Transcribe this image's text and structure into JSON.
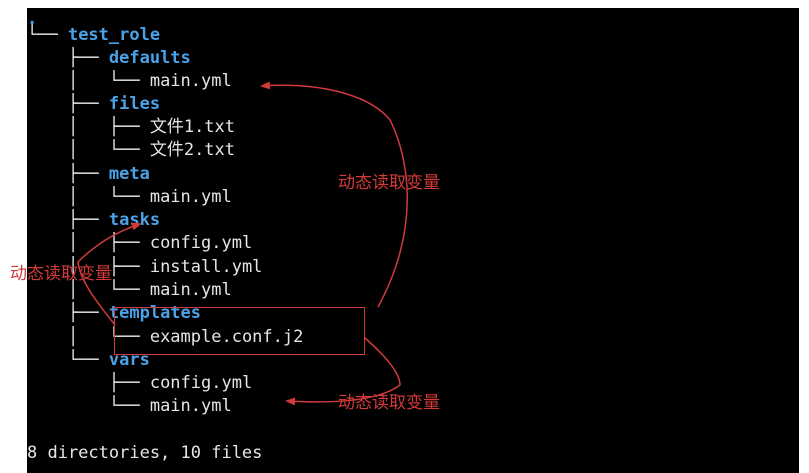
{
  "terminal": {
    "root": ".",
    "lines": [
      {
        "prefix": "└── ",
        "name": "test_role",
        "kind": "dir"
      },
      {
        "prefix": "    ├── ",
        "name": "defaults",
        "kind": "dir"
      },
      {
        "prefix": "    │   └── ",
        "name": "main.yml",
        "kind": "file"
      },
      {
        "prefix": "    ├── ",
        "name": "files",
        "kind": "dir"
      },
      {
        "prefix": "    │   ├── ",
        "name": "文件1.txt",
        "kind": "file"
      },
      {
        "prefix": "    │   └── ",
        "name": "文件2.txt",
        "kind": "file"
      },
      {
        "prefix": "    ├── ",
        "name": "meta",
        "kind": "dir"
      },
      {
        "prefix": "    │   └── ",
        "name": "main.yml",
        "kind": "file"
      },
      {
        "prefix": "    ├── ",
        "name": "tasks",
        "kind": "dir"
      },
      {
        "prefix": "    │   ├── ",
        "name": "config.yml",
        "kind": "file"
      },
      {
        "prefix": "    │   ├── ",
        "name": "install.yml",
        "kind": "file"
      },
      {
        "prefix": "    │   └── ",
        "name": "main.yml",
        "kind": "file"
      },
      {
        "prefix": "    ├── ",
        "name": "templates",
        "kind": "dir"
      },
      {
        "prefix": "    │   └── ",
        "name": "example.conf.j2",
        "kind": "file"
      },
      {
        "prefix": "    └── ",
        "name": "vars",
        "kind": "dir"
      },
      {
        "prefix": "        ├── ",
        "name": "config.yml",
        "kind": "file"
      },
      {
        "prefix": "        └── ",
        "name": "main.yml",
        "kind": "file"
      }
    ],
    "summary": "8 directories, 10 files"
  },
  "annotations": {
    "label_defaults": "动态读取变量",
    "label_tasks": "动态读取变量",
    "label_vars": "动态读取变量"
  },
  "colors": {
    "background": "#000000",
    "directory": "#4aa3e8",
    "file": "#e6e6e6",
    "annotation": "#d23a3a"
  }
}
